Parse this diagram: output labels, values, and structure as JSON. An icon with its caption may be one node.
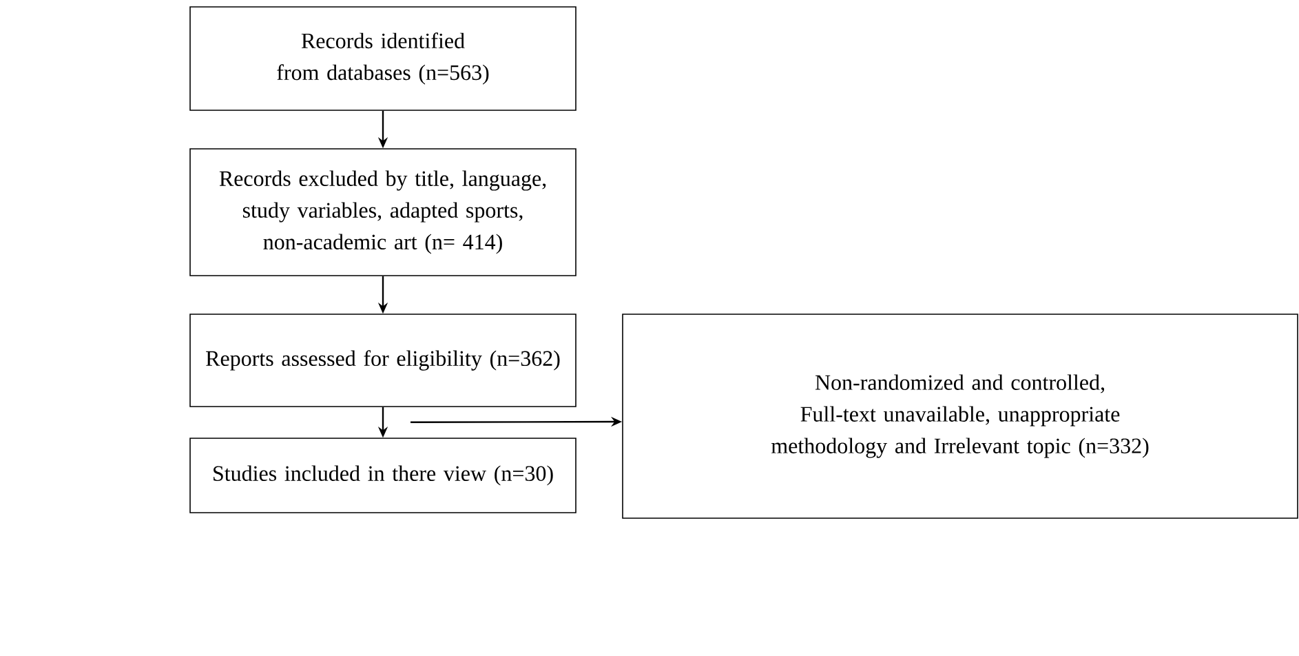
{
  "diagram": {
    "nodes": [
      {
        "text": [
          "Records identified from databases (n=563)"
        ]
      },
      {
        "text": [
          "Records excluded by title, language, study variables, adapted sports, non-academic art  (n= 414)"
        ]
      },
      {
        "text": [
          "Reports assessed for eligibility (n=362)"
        ]
      },
      {
        "text": [
          "Studies included in there view (n=30)"
        ]
      },
      {
        "text": [
          "Non-randomized and controlled, Full-text unavailable, unappropriate methodology and Irrelevant topic (n=332)"
        ]
      }
    ],
    "edges": [
      {
        "from": 0,
        "to": 1,
        "arrow": "to"
      },
      {
        "from": 1,
        "to": 2,
        "arrow": "to"
      },
      {
        "from": 2,
        "to": 3,
        "arrow": "to"
      },
      {
        "from": 2,
        "to": 4,
        "arrow": "to"
      }
    ]
  }
}
